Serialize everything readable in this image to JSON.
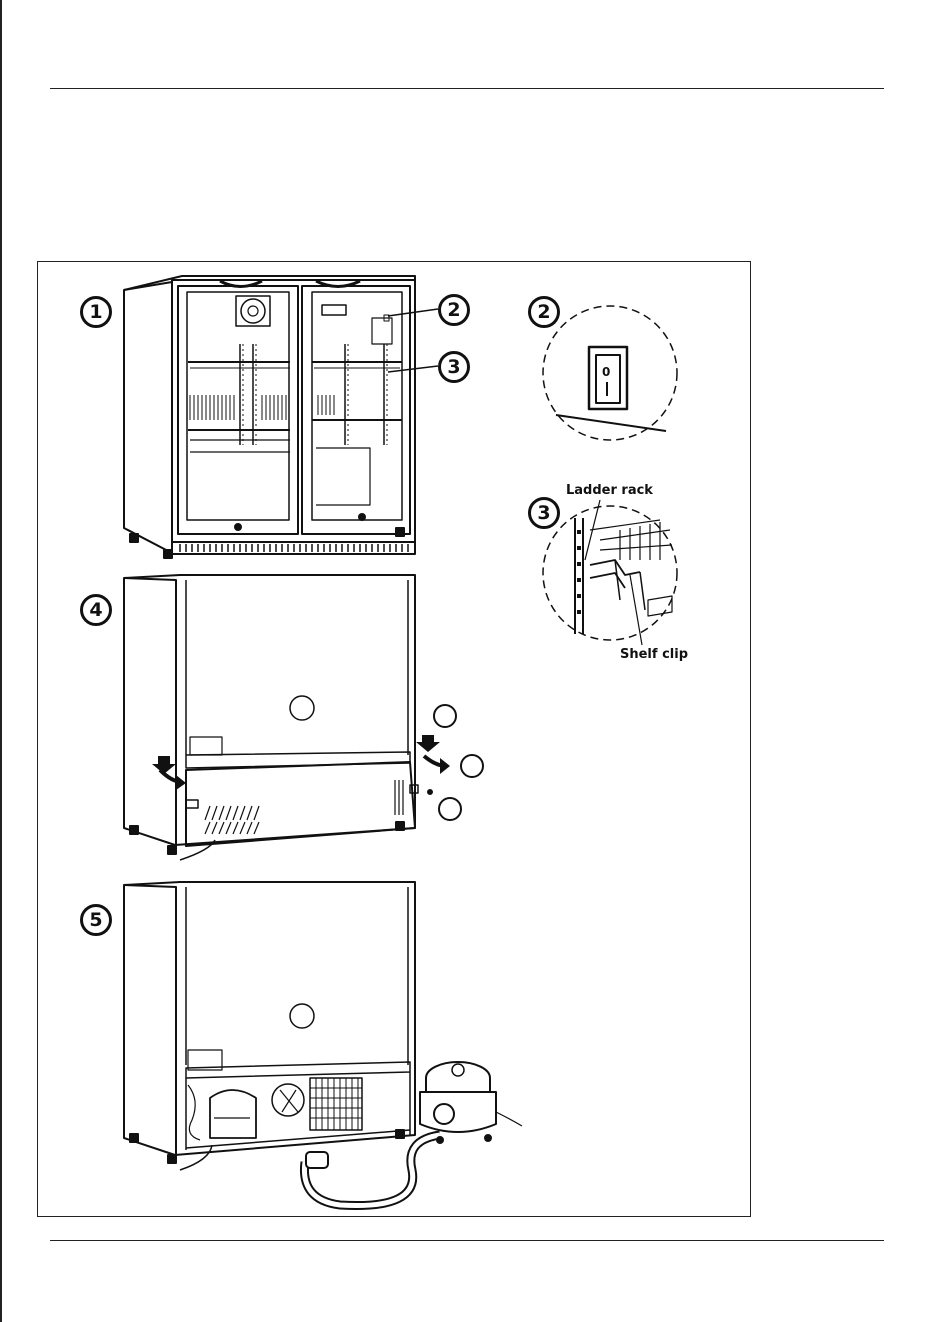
{
  "callouts": {
    "step1": "1",
    "step2": "2",
    "step3": "3",
    "step4": "4",
    "step5": "5",
    "detail2": "2",
    "detail3": "3"
  },
  "labels": {
    "ladder_rack": "Ladder rack",
    "shelf_clip": "Shelf clip"
  },
  "icons": [
    "fridge-front-illustration",
    "rocker-switch-icon",
    "ladder-rack-detail",
    "fridge-rear-illustration",
    "compressor-illustration",
    "vacuum-cleaner-icon"
  ],
  "colors": {
    "line": "#111111",
    "frame": "#222222",
    "fill": "#ffffff",
    "shade": "#d9d9d9"
  }
}
